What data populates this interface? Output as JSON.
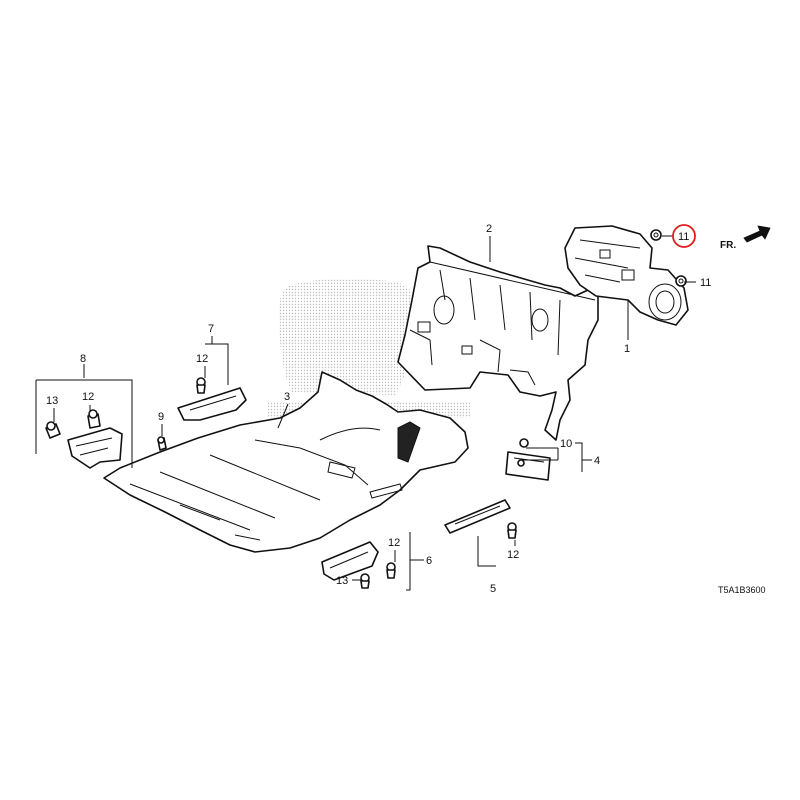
{
  "diagram": {
    "callouts": [
      {
        "id": "c2",
        "label": "2"
      },
      {
        "id": "c11a",
        "label": "11",
        "highlighted": true
      },
      {
        "id": "c11b",
        "label": "11"
      },
      {
        "id": "c1",
        "label": "1"
      },
      {
        "id": "c7",
        "label": "7"
      },
      {
        "id": "c12a",
        "label": "12"
      },
      {
        "id": "c8",
        "label": "8"
      },
      {
        "id": "c12b",
        "label": "12"
      },
      {
        "id": "c13a",
        "label": "13"
      },
      {
        "id": "c9",
        "label": "9"
      },
      {
        "id": "c3",
        "label": "3"
      },
      {
        "id": "c10",
        "label": "10"
      },
      {
        "id": "c4",
        "label": "4"
      },
      {
        "id": "c12c",
        "label": "12"
      },
      {
        "id": "c6",
        "label": "6"
      },
      {
        "id": "c13b",
        "label": "13"
      },
      {
        "id": "c12d",
        "label": "12"
      },
      {
        "id": "c5",
        "label": "5"
      }
    ],
    "direction_label": "FR.",
    "drawing_code": "T5A1B3600",
    "highlight_color": "#e01b1b"
  }
}
